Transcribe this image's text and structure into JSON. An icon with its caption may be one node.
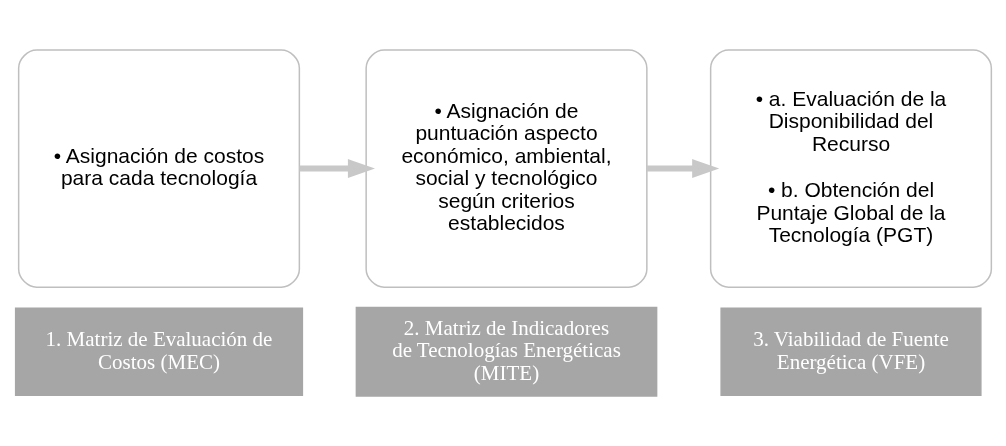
{
  "diagram": {
    "nodes": [
      {
        "text": [
          "• Asignación de costos para cada tecnología"
        ]
      },
      {
        "text": [
          "1. Matriz de Evaluación de Costos (MEC)"
        ]
      },
      {
        "text": [
          "• Asignación de puntuación aspecto económico, ambiental, social y tecnológico según criterios establecidos"
        ]
      },
      {
        "text": [
          "2. Matriz de Indicadores de Tecnologías Energéticas (MITE)"
        ]
      },
      {
        "text": [
          "• a. Evaluación de la Disponibilidad del Recurso",
          "• b. Obtención del Puntaje Global de la Tecnología (PGT)"
        ]
      },
      {
        "text": [
          "3. Viabilidad de Fuente Energética (VFE)"
        ]
      }
    ],
    "edges": [
      {
        "from": 0,
        "to": 2,
        "arrow": "to"
      },
      {
        "from": 2,
        "to": 4,
        "arrow": "to"
      }
    ]
  }
}
